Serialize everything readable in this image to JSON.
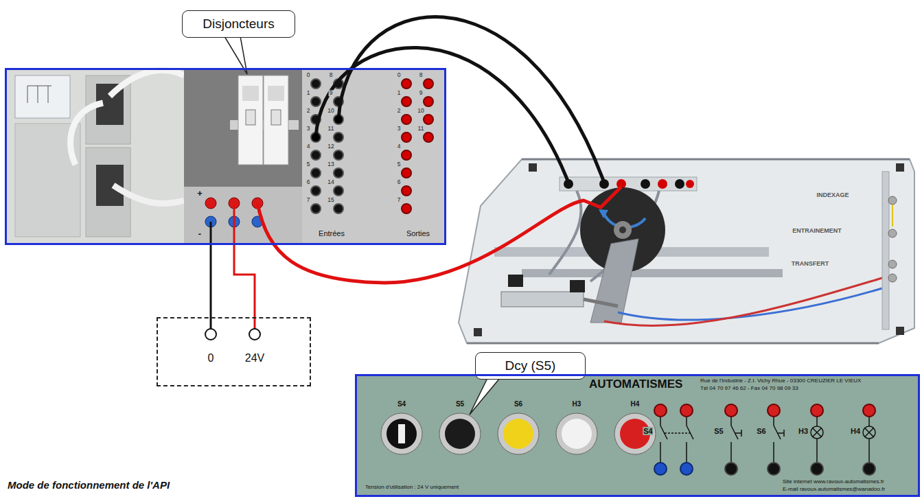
{
  "diagram": {
    "nodes": [
      {
        "text": [
          "Disjoncteurs"
        ]
      },
      {
        "text": [
          "Entrées",
          "Sorties"
        ]
      },
      {
        "text": [
          "0",
          "24V"
        ]
      },
      {
        "text": [
          "Dcy (S5)"
        ]
      },
      {
        "text": [
          "AUTOMATISMES",
          "Rue de l'Industrie - Z.I. Vichy Rhue - 03300 CREUZIER LE VIEUX",
          "Tél 04 70 97 46 62 - Fax 04 70 98 09 33",
          "Site internet www.ravoux-automatismes.fr",
          "E-mail ravoux-automatismes@wanadoo.fr",
          "Tension d'utilisation : 24 V uniquement"
        ]
      }
    ],
    "edges": [
      {
        "from": 1,
        "to": 2,
        "arrow": "none"
      },
      {
        "from": 1,
        "to": 2,
        "arrow": "none"
      }
    ],
    "labels": [
      "+",
      "-",
      "0",
      "8",
      "1",
      "9",
      "2",
      "10",
      "3",
      "11",
      "4",
      "12",
      "5",
      "13",
      "6",
      "14",
      "7",
      "15",
      "0",
      "8",
      "1",
      "9",
      "2",
      "10",
      "3",
      "11",
      "4",
      "5",
      "6",
      "7",
      "INDEXAGE",
      "ENTRAINEMENT",
      "TRANSFERT",
      "S4",
      "S5",
      "S6",
      "H3",
      "H4",
      "S4",
      "S5",
      "S6",
      "H3",
      "H4",
      "Mode de fonctionnement de l'API"
    ]
  }
}
